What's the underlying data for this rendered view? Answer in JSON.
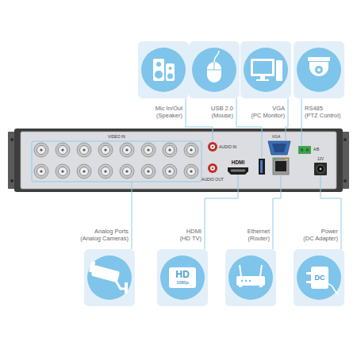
{
  "diagram": {
    "nodes": [
      {
        "text": [
          "Mic In/Out",
          "(Speaker)"
        ]
      },
      {
        "text": [
          "USB 2.0",
          "(Mouse)"
        ]
      },
      {
        "text": [
          "VGA",
          "(PC Monitor)"
        ]
      },
      {
        "text": [
          "RS485",
          "(PTZ Control)"
        ]
      },
      {
        "text": [
          "Analog Ports",
          "(Analog Cameras)"
        ]
      },
      {
        "text": [
          "HDMI",
          "(HD TV)"
        ]
      },
      {
        "text": [
          "Ethernet",
          "(Router)"
        ]
      },
      {
        "text": [
          "Power",
          "(DC Adapter)"
        ]
      }
    ],
    "labels": [
      "VIDEO IN",
      "AUDIO IN",
      "AUDIO OUT",
      "HDMI",
      "VGA",
      "A/B",
      "12V",
      "HD",
      "1080p",
      "DC"
    ]
  }
}
